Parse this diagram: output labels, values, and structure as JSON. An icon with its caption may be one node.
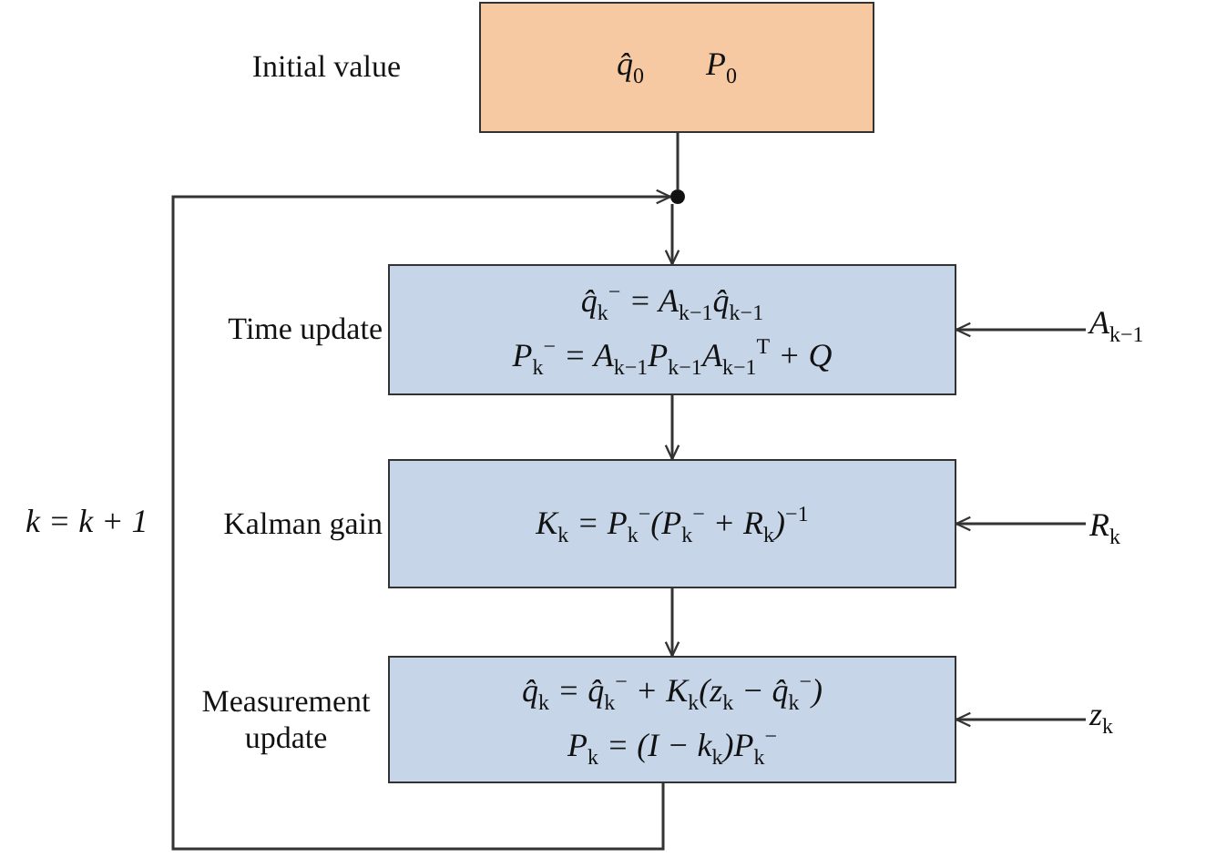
{
  "diagram": {
    "nodes": [
      {
        "text": [
          "Initial value",
          "q̂$_{0}$",
          "P$_{0}$"
        ]
      },
      {
        "text": [],
        "shape": "circle"
      },
      {
        "text": [
          "Time update",
          "q̂$_{k}$$^{−}$ = A$_{k−1}$q̂$_{k−1}$",
          "P$_{k}$$^{−}$ = A$_{k−1}$P$_{k−1}$A$_{k−1}$$^{T}$ + Q"
        ]
      },
      {
        "text": [
          "Kalman gain",
          "K$_{k}$ = P$_{k}$$^{−}$(P$_{k}$$^{−}$ + R$_{k}$)$^{−1}$"
        ]
      },
      {
        "text": [
          "Measurement update",
          "q̂$_{k}$ = q̂$_{k}$$^{−}$ + K$_{k}$(z$_{k}$ − q̂$_{k}$$^{−}$)",
          "P$_{k}$ = (I − k$_{k}$)P$_{k}$$^{−}$"
        ]
      },
      {
        "text": [
          "A$_{k−1}$"
        ]
      },
      {
        "text": [
          "R$_{k}$"
        ]
      },
      {
        "text": [
          "z$_{k}$"
        ]
      }
    ],
    "edges": [
      {
        "from": 0,
        "to": 1,
        "arrow": "none"
      },
      {
        "from": 1,
        "to": 2,
        "arrow": "to"
      },
      {
        "from": 2,
        "to": 3,
        "arrow": "to"
      },
      {
        "from": 3,
        "to": 4,
        "arrow": "to"
      },
      {
        "from": 4,
        "to": 1,
        "arrow": "to",
        "label": "k = k + 1"
      },
      {
        "from": 5,
        "to": 2,
        "arrow": "to"
      },
      {
        "from": 6,
        "to": 3,
        "arrow": "to"
      },
      {
        "from": 7,
        "to": 4,
        "arrow": "to"
      }
    ]
  }
}
